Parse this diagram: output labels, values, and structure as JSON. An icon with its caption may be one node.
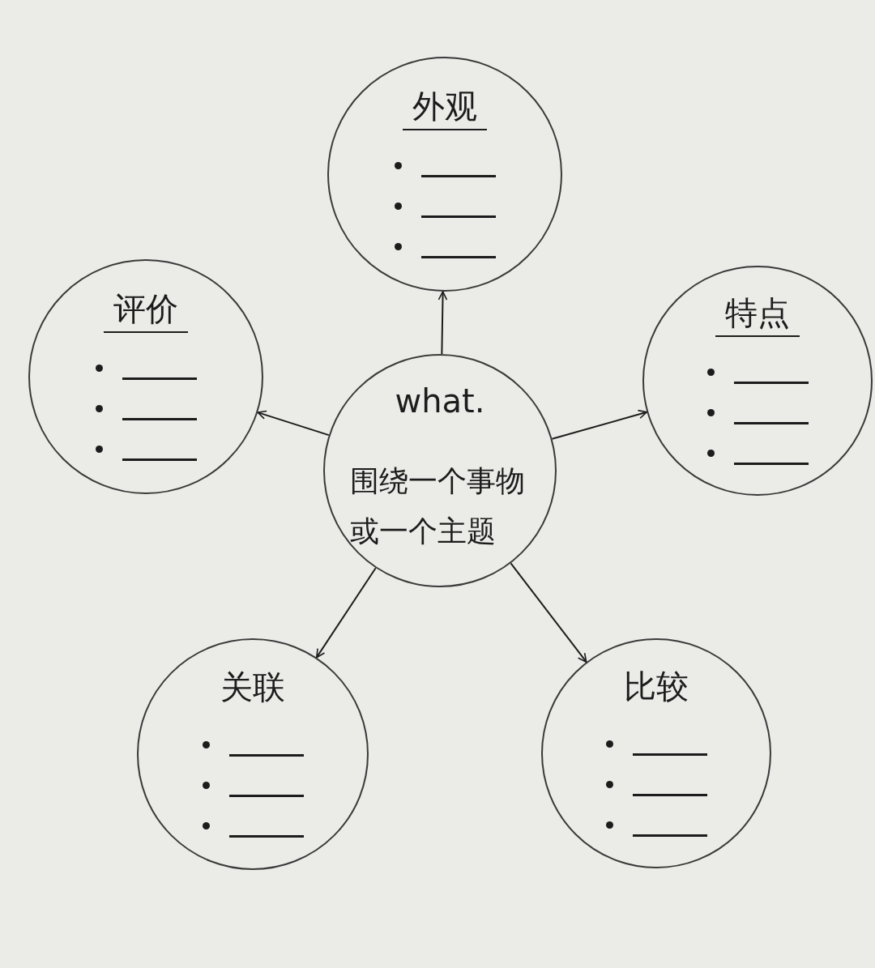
{
  "diagram": {
    "nodes": [
      {
        "text": [
          "外观"
        ]
      },
      {
        "text": [
          "评价"
        ]
      },
      {
        "text": [
          "what.",
          "围绕一个事物或一个主题"
        ]
      },
      {
        "text": [
          "特点"
        ]
      },
      {
        "text": [
          "关联"
        ]
      },
      {
        "text": [
          "比较"
        ]
      }
    ],
    "edges": [
      {
        "from": 2,
        "to": 0,
        "arrow": "to"
      },
      {
        "from": 2,
        "to": 3,
        "arrow": "to"
      },
      {
        "from": 2,
        "to": 5,
        "arrow": "to"
      },
      {
        "from": 2,
        "to": 4,
        "arrow": "to"
      },
      {
        "from": 2,
        "to": 1,
        "arrow": "to"
      }
    ]
  }
}
